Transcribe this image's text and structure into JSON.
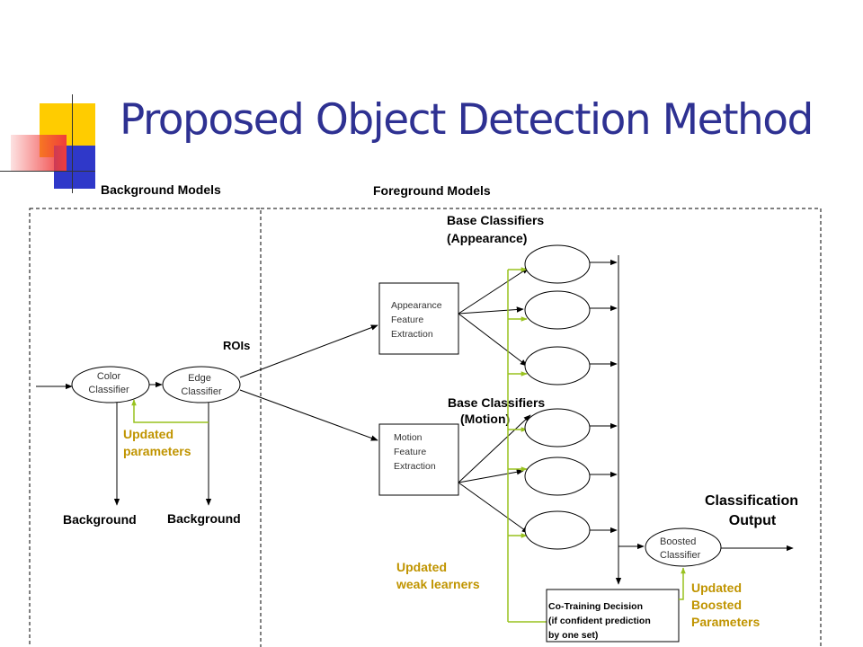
{
  "title": "Proposed Object Detection Method",
  "colors": {
    "title": "#2e3192",
    "highlight_text": "#c09400",
    "feedback_line": "#99c21f",
    "deco_yellow": "#ffcc00",
    "deco_blue": "#2f38c9",
    "deco_red": "#f03c3c"
  },
  "sections": {
    "background": "Background Models",
    "foreground": "Foreground Models"
  },
  "nodes": {
    "color_classifier": [
      "Color",
      "Classifier"
    ],
    "edge_classifier": [
      "Edge",
      "Classifier"
    ],
    "appearance_extraction": [
      "Appearance",
      "Feature",
      "Extraction"
    ],
    "motion_extraction": [
      "Motion",
      "Feature",
      "Extraction"
    ],
    "boosted_classifier": [
      "Boosted",
      "Classifier"
    ],
    "cotraining": [
      "Co-Training Decision",
      "(if confident prediction",
      "by one set)"
    ]
  },
  "labels": {
    "rois": "ROIs",
    "base_appearance": [
      "Base Classifiers",
      "(Appearance)"
    ],
    "base_motion": [
      "Base Classifiers",
      "(Motion)"
    ],
    "classification_output": [
      "Classification",
      "Output"
    ],
    "background_1": "Background",
    "background_2": "Background",
    "updated_parameters": [
      "Updated",
      "parameters"
    ],
    "updated_weak_learners": [
      "Updated",
      "weak learners"
    ],
    "updated_boosted": [
      "Updated",
      "Boosted",
      "Parameters"
    ]
  }
}
